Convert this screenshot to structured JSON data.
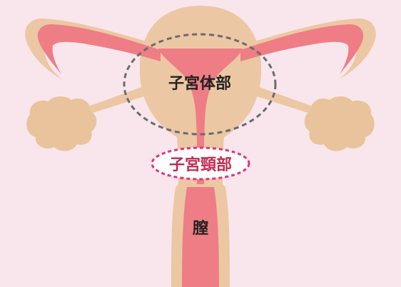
{
  "labels": {
    "uterine_body": "子宮体部",
    "uterine_cervix": "子宮頸部",
    "vagina": "膣"
  },
  "colors": {
    "background": "#f9e6ec",
    "tissue": "#ecc7a3",
    "ovary": "#e9c39b",
    "cavity": "#ee7d85",
    "uterine_body_outline": "#6b6b6b",
    "uterine_cervix_outline": "#e0337c",
    "uterine_body_text": "#222222",
    "uterine_cervix_text": "#c22a52",
    "vagina_text": "#222222"
  }
}
